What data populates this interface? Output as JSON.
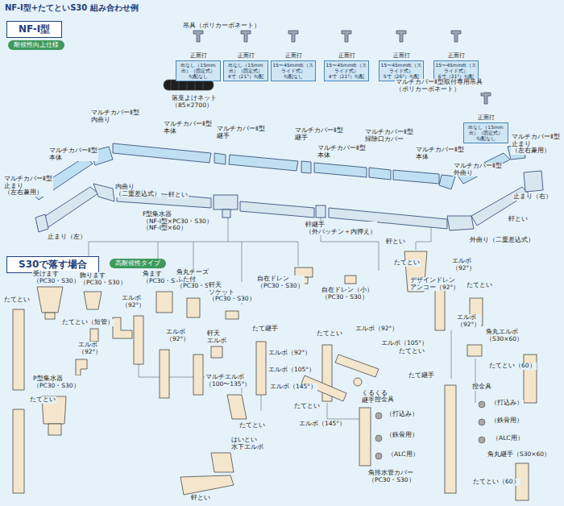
{
  "diagram": {
    "title": "NF-Ⅰ型+たてといS30 組み合わせ例",
    "nodes": [
      {
        "text": [
          "NF-Ⅰ型"
        ]
      },
      {
        "text": [
          "耐候性向上仕様"
        ]
      },
      {
        "text": [
          "正面打",
          "出なし（15mm出）（固定式）",
          "勾配なし"
        ]
      },
      {
        "text": [
          "正面打",
          "出なし（15mm出）（固定式）",
          "4寸（21°）勾配"
        ]
      },
      {
        "text": [
          "正面打",
          "15〜45mm出（スライド式）",
          "勾配なし"
        ]
      },
      {
        "text": [
          "正面打",
          "15〜45mm出（スライド式）",
          "4寸（21°）勾配"
        ]
      },
      {
        "text": [
          "正面打",
          "15〜45mm出（スライド式）",
          "5寸（26°）勾配"
        ]
      },
      {
        "text": [
          "正面打",
          "15〜45mm出（スライド式）",
          "6寸（31°）勾配"
        ]
      },
      {
        "text": [
          "正面打",
          "出なし（15mm出）（固定式）",
          "勾配なし"
        ]
      },
      {
        "text": [
          "S30で落す場合"
        ]
      },
      {
        "text": [
          "高耐候性タイプ"
        ]
      }
    ],
    "labels": [
      "吊具（ポリカーボネート）",
      "落葉よけネット （85×2700）",
      "マルチカバーⅡ型 内曲り",
      "マルチカバーⅡ型 本体",
      "マルチカバーⅡ型 継手",
      "マルチカバーⅡ型 継手",
      "マルチカバーⅡ型取付専用吊具 （ポリカーボネート）",
      "マルチカバーⅡ型 掃除口カバー",
      "マルチカバーⅡ型 止まり （左右兼用）",
      "マルチカバーⅡ型 本体",
      "マルチカバーⅡ型 本体",
      "マルチカバーⅡ型 本体",
      "マルチカバーⅡ型 外曲り",
      "マルチカバーⅡ型 止まり （左右兼用）",
      "内曲り （二重差込式）",
      "軒とい",
      "止まり（右）",
      "F型集水器 （NF-Ⅰ型×PC30・S30） （NF-Ⅰ型×60）",
      "軒とい",
      "軒継手 （外パッチン＋内押え）",
      "止まり（左）",
      "軒とい",
      "外曲り（二重差込式）",
      "受けます （PC30・S30）",
      "飾ります （PC30・S30）",
      "角ます （PC30・S30）",
      "角丸チーズ ふた付 （PC30・S30）",
      "軒天 ソケット （PC30・S30）",
      "自在ドレン （PC30・S30）",
      "自在ドレン（小） （PC30・S30）",
      "デザインドレン アンコー（92°）",
      "たてとい",
      "エルボ （92°）",
      "たてとい",
      "エルボ （92°）",
      "たてとい",
      "たてとい（短管）",
      "エルボ （92°）",
      "軒天 エルボ",
      "エルボ （92°）",
      "たて継手",
      "たてとい",
      "エルボ（92°）",
      "エルボ （92°）",
      "角丸エルボ （S30×60）",
      "エルボ（105°）",
      "エルボ（92°）",
      "たてとい",
      "たてとい（60）",
      "エルボ（105°）",
      "たて継手",
      "くるくる 継手",
      "マルチエルボ （100〜135°）",
      "エルボ（145°）",
      "P型集水器 （PC30・S30）",
      "控金具",
      "控金具",
      "たてとい",
      "たてとい",
      "（打込み）",
      "（打込み）",
      "たてとい",
      "（鉄骨用）",
      "エルボ（145°）",
      "はいとい 水下エルボ",
      "（鉄骨用）",
      "（ALC用）",
      "（ALC用）",
      "角丸継手（S30×60）",
      "角排水管カバー （PC30・S30）",
      "たてとい（60）",
      "軒とい"
    ]
  }
}
